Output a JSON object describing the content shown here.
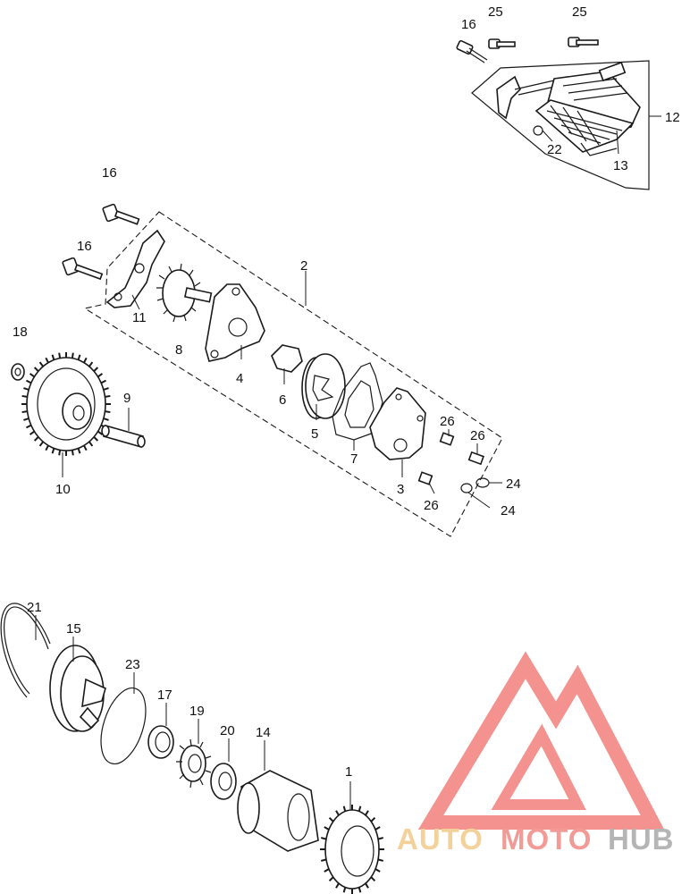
{
  "diagram": {
    "callouts": {
      "c1": "1",
      "c2": "2",
      "c3": "3",
      "c4": "4",
      "c5": "5",
      "c6": "6",
      "c7": "7",
      "c8": "8",
      "c9": "9",
      "c10": "10",
      "c11": "11",
      "c12": "12",
      "c13": "13",
      "c14": "14",
      "c15": "15",
      "c16a": "16",
      "c16b": "16",
      "c16c": "16",
      "c17": "17",
      "c18": "18",
      "c19": "19",
      "c20": "20",
      "c21": "21",
      "c22": "22",
      "c23": "23",
      "c24a": "24",
      "c24b": "24",
      "c25a": "25",
      "c25b": "25",
      "c26a": "26",
      "c26b": "26",
      "c26c": "26"
    }
  },
  "watermark": {
    "word_auto": "AUTO",
    "word_moto": "MOTO",
    "word_hub": "HUB",
    "colors": {
      "auto": "#f2c98a",
      "moto": "#f08a84",
      "hub": "#a9a9a9",
      "logo": "#f27f7b"
    }
  }
}
